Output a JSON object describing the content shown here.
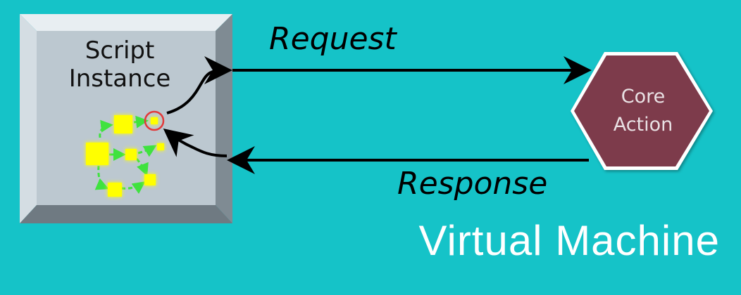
{
  "script_box": {
    "label_line1": "Script",
    "label_line2": "Instance"
  },
  "flows": {
    "request": "Request",
    "response": "Response"
  },
  "core": {
    "label_line1": "Core",
    "label_line2": "Action"
  },
  "footer": {
    "title": "Virtual Machine"
  },
  "colors": {
    "background": "#15c3c8",
    "box_face": "#bcc8d0",
    "core_fill": "#7d3a4c",
    "node": "#ffff00",
    "edge": "#3fe23f",
    "highlight_ring": "#e23a3a"
  }
}
